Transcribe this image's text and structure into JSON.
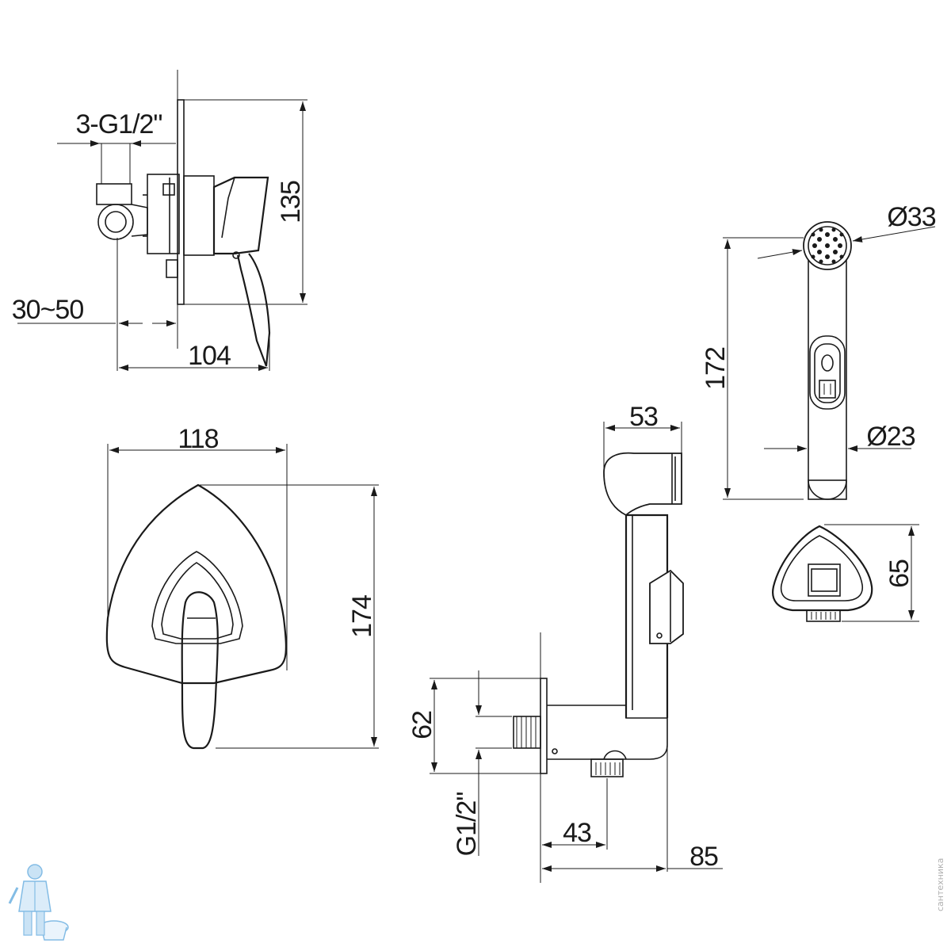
{
  "dimensions": {
    "inlet_threads": "3-G1/2\"",
    "mixer_height": "135",
    "wall_depth_range": "30~50",
    "mixer_depth": "104",
    "plate_width": "118",
    "plate_height": "174",
    "head_diameter": "Ø33",
    "handle_diameter": "Ø23",
    "shower_length": "172",
    "holder_width": "53",
    "holder_height": "65",
    "elbow_height": "62",
    "outlet_thread": "G1/2\"",
    "outlet_offset": "43",
    "elbow_depth": "85"
  },
  "watermark": {
    "side_text": "сантехника"
  },
  "colors": {
    "line": "#1a1a1a",
    "logo": "#5aa6dd"
  }
}
